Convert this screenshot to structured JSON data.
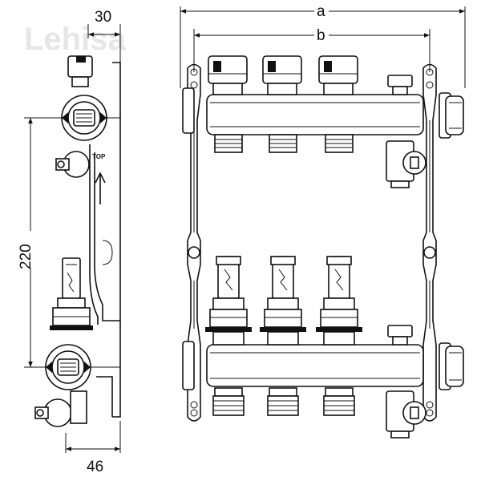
{
  "watermark": "Lehisa",
  "dimensions": {
    "top_width": "30",
    "vertical_spacing": "220",
    "bottom_width": "46",
    "overall_length": "a",
    "axis_length": "b"
  },
  "side_view": {
    "arrow_label": "TOP"
  },
  "colors": {
    "line": "#111111",
    "background": "#ffffff",
    "watermark": "#e6e6e6"
  }
}
